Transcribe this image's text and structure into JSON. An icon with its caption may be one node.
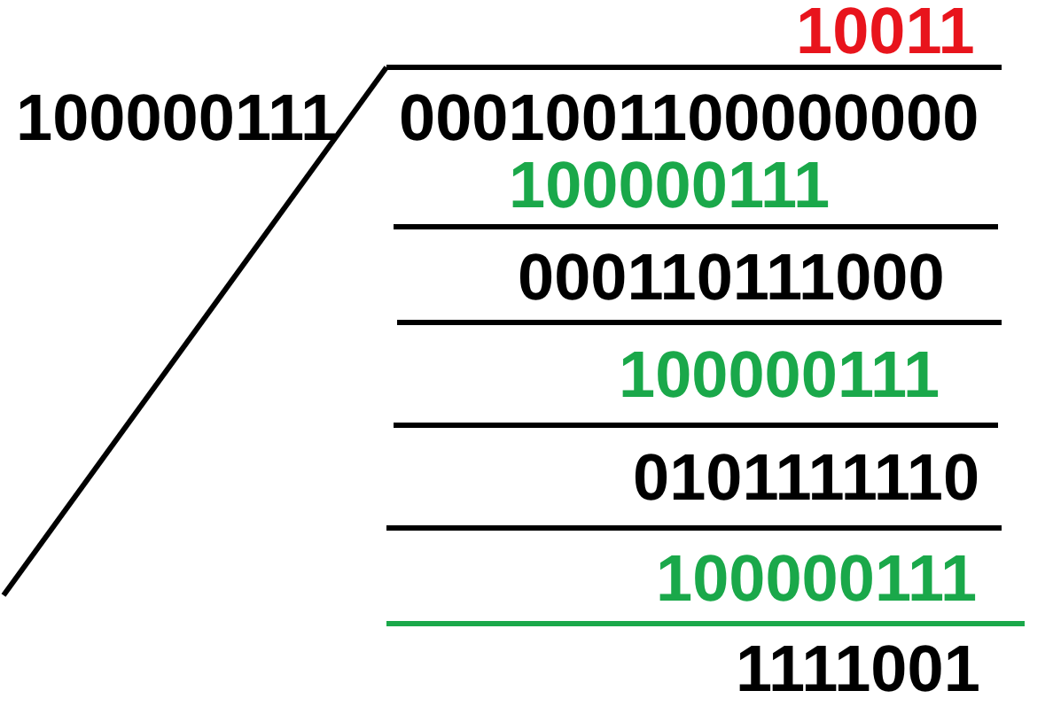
{
  "diagram": {
    "labels": [
      "10011",
      "100000111",
      "0001001100000000",
      "100000111",
      "000110111000",
      "100000111",
      "0101111110",
      "100000111",
      "1111001"
    ]
  }
}
